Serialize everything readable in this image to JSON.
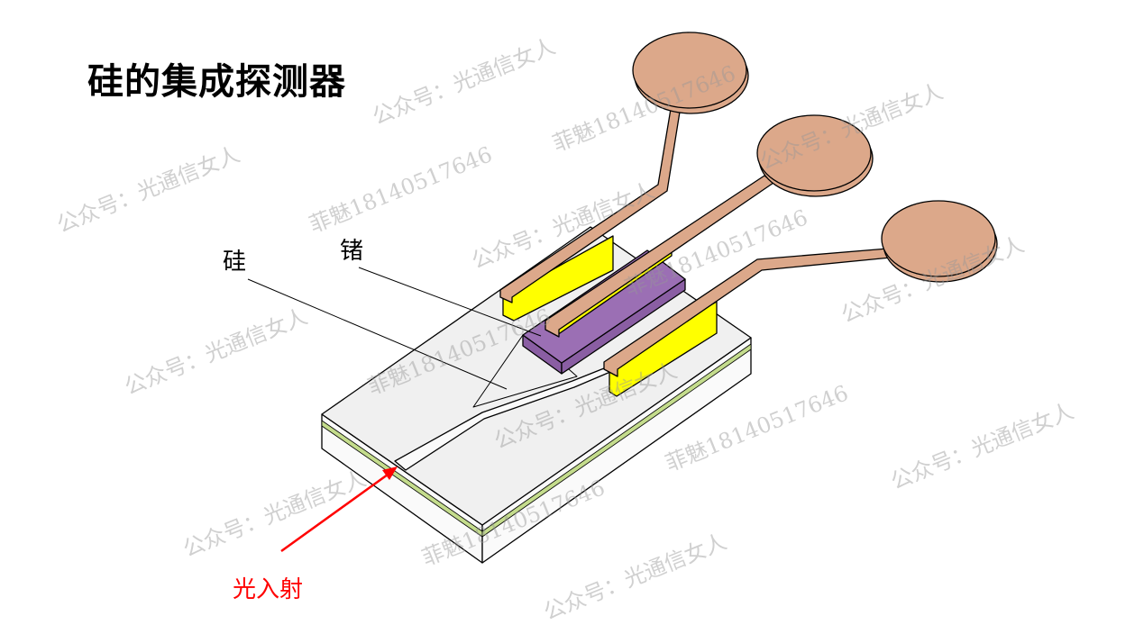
{
  "slide": {
    "title": "硅的集成探测器",
    "labels": {
      "silicon": "硅",
      "germanium": "锗",
      "light_incident": "光入射"
    },
    "watermarks": {
      "account": "公众号：光通信女人",
      "contact": "菲魅18140517646"
    },
    "colors": {
      "substrate": "#f0f0f0",
      "oxide_layer": "#c4dc8c",
      "germanium": "#9b6fb4",
      "contact_metal": "#ffff00",
      "electrode": "#dca88a",
      "arrow": "#ff0000"
    }
  }
}
